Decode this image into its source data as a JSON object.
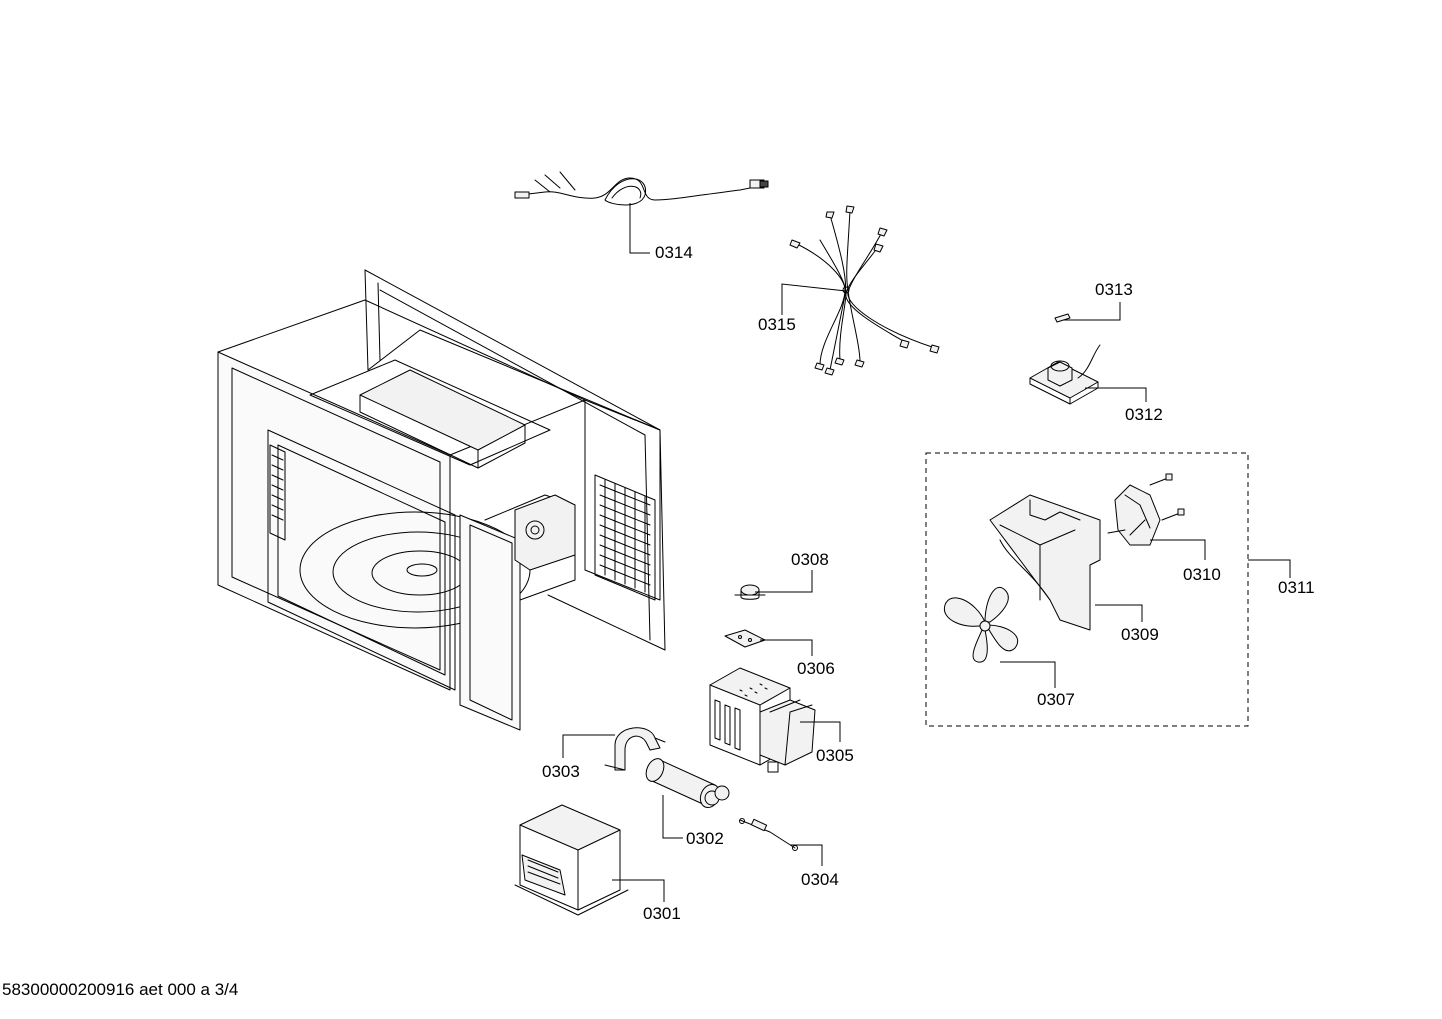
{
  "diagram": {
    "callouts": {
      "c0301": "0301",
      "c0302": "0302",
      "c0303": "0303",
      "c0304": "0304",
      "c0305": "0305",
      "c0306": "0306",
      "c0307": "0307",
      "c0308": "0308",
      "c0309": "0309",
      "c0310": "0310",
      "c0311": "0311",
      "c0312": "0312",
      "c0313": "0313",
      "c0314": "0314",
      "c0315": "0315"
    }
  },
  "footer": {
    "text": "58300000200916 aet 000 a 3/4"
  }
}
